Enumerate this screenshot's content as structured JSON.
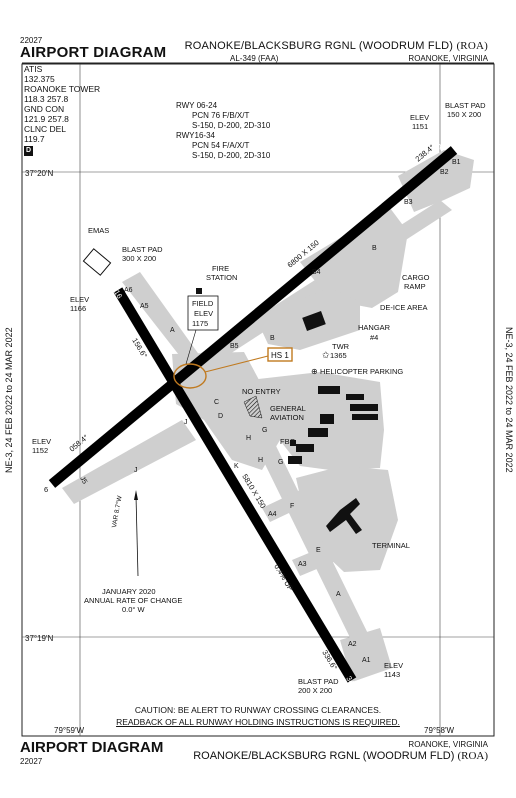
{
  "header": {
    "chart_number": "22027",
    "title": "AIRPORT DIAGRAM",
    "airport": "ROANOKE/BLACKSBURG RGNL (WOODRUM FLD)",
    "airport_id": "(ROA)",
    "procedure_id": "AL-349 (FAA)",
    "city": "ROANOKE, VIRGINIA"
  },
  "footer": {
    "title": "AIRPORT DIAGRAM",
    "chart_number": "22027",
    "airport": "ROANOKE/BLACKSBURG RGNL (WOODRUM FLD)",
    "airport_id": "(ROA)",
    "city": "ROANOKE, VIRGINIA"
  },
  "side_label": "NE-3,  24 FEB 2022  to  24 MAR 2022",
  "frequencies": {
    "atis_label": "ATIS",
    "atis": "132.375",
    "tower_label": "ROANOKE TOWER",
    "tower": "118.3  257.8",
    "gnd_label": "GND CON",
    "gnd": "121.9  257.8",
    "clnc_label": "CLNC DEL",
    "clnc": "119.7",
    "d_badge": "D"
  },
  "runway_info": {
    "rwy1_name": "RWY 06-24",
    "rwy1_pcn": "PCN 76 F/B/X/T",
    "rwy1_strength": "S-150, D-200, 2D-310",
    "rwy2_name": "RWY16-34",
    "rwy2_pcn": "PCN 54 F/A/X/T",
    "rwy2_strength": "S-150, D-200, 2D-310"
  },
  "coordinates": {
    "lat_top": "37°20'N",
    "lat_bottom": "37°19'N",
    "lon_left": "79°59'W",
    "lon_right": "79°58'W"
  },
  "labels": {
    "emas": "EMAS",
    "blast_pad_nw": "BLAST PAD",
    "blast_pad_nw_dim": "300 X 200",
    "blast_pad_ne": "BLAST PAD",
    "blast_pad_ne_dim": "150 X 200",
    "blast_pad_s": "BLAST PAD",
    "blast_pad_s_dim": "200 X 200",
    "fire_station": "FIRE",
    "fire_station2": "STATION",
    "field_elev_1": "FIELD",
    "field_elev_2": "ELEV",
    "field_elev_3": "1175",
    "hotspot": "HS 1",
    "cargo_ramp_1": "CARGO",
    "cargo_ramp_2": "RAMP",
    "deice_area": "DE-ICE AREA",
    "hangar_1": "HANGAR",
    "hangar_2": "#4",
    "twr_1": "TWR",
    "twr_2": "1365",
    "helicopter_parking": "HELICOPTER PARKING",
    "no_entry": "NO ENTRY",
    "general_aviation_1": "GENERAL",
    "general_aviation_2": "AVIATION",
    "fbo": "FBO",
    "terminal": "TERMINAL",
    "elev_nw_label": "ELEV",
    "elev_nw": "1166",
    "elev_ne_label": "ELEV",
    "elev_ne": "1151",
    "elev_w_label": "ELEV",
    "elev_w": "1152",
    "elev_s_label": "ELEV",
    "elev_s": "1143",
    "rwy_06_24_dim": "6800 X 150",
    "rwy_16_34_dim": "5810 X 150",
    "hdg_058": "058.4°",
    "hdg_238": "238.4°",
    "hdg_156": "156.6°",
    "hdg_336": "336.6°",
    "gradient": "0.4% UP",
    "var_label": "VAR 8.7°W",
    "annual_1": "JANUARY 2020",
    "annual_2": "ANNUAL RATE OF CHANGE",
    "annual_3": "0.0° W",
    "rwy_end_6": "6",
    "rwy_end_24": "24",
    "rwy_end_16": "16",
    "rwy_end_34": "34"
  },
  "taxiways": {
    "A": "A",
    "A1": "A1",
    "A2": "A2",
    "A3": "A3",
    "A4": "A4",
    "A5": "A5",
    "A6": "A6",
    "B": "B",
    "B1": "B1",
    "B2": "B2",
    "B3": "B3",
    "B4": "B4",
    "B5": "B5",
    "C": "C",
    "D": "D",
    "E": "E",
    "F": "F",
    "G": "G",
    "H": "H",
    "J": "J",
    "K": "K",
    "J5": "J5"
  },
  "caution": {
    "line1": "CAUTION: BE ALERT TO RUNWAY CROSSING CLEARANCES.",
    "line2": "READBACK OF ALL RUNWAY HOLDING INSTRUCTIONS IS REQUIRED."
  },
  "colors": {
    "runway": "#000000",
    "taxiway": "#cfcfcf",
    "hotspot": "#c07a20"
  }
}
